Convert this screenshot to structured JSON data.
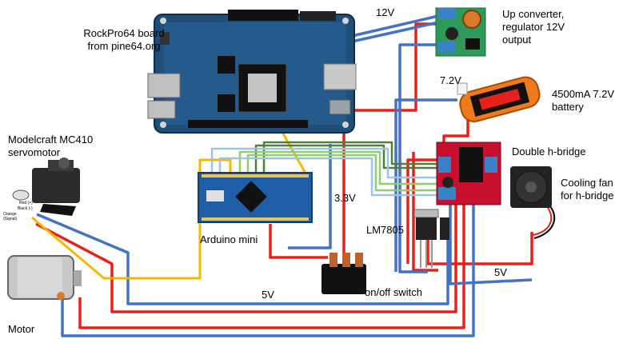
{
  "labels": {
    "board": [
      "RockPro64 board",
      "from pine64.org"
    ],
    "v12": "12V",
    "upconv": [
      "Up converter,",
      "regulator 12V",
      "output"
    ],
    "v72": "7.2V",
    "battery": [
      "4500mA 7.2V",
      "battery"
    ],
    "servo": [
      "Modelcraft MC410",
      "servomotor"
    ],
    "hbridge": "Double h-bridge",
    "fan": [
      "Cooling fan",
      "for h-bridge"
    ],
    "v33": "3.3V",
    "lm7805": "LM7805",
    "arduino": "Arduino mini",
    "v5_right": "5V",
    "v5_bottom": "5V",
    "switch": "on/off switch",
    "motor": "Motor"
  },
  "servo_pins": {
    "red": "Red (+)",
    "black": "Black (-)",
    "orange": "Orange",
    "signal": "(Signal)"
  },
  "colors": {
    "power_red": "#e8201a",
    "ground_blue": "#4472c4",
    "signal_yellow": "#f5b800",
    "wire_dgreen": "#507f3c",
    "wire_lgreen": "#8fd069",
    "wire_lblue": "#9dc3e6",
    "board_blue": "#1f4e79",
    "arduino_blue": "#1f5fa8",
    "hbridge_red": "#c8102e",
    "battery_orange": "#f07a1a"
  }
}
